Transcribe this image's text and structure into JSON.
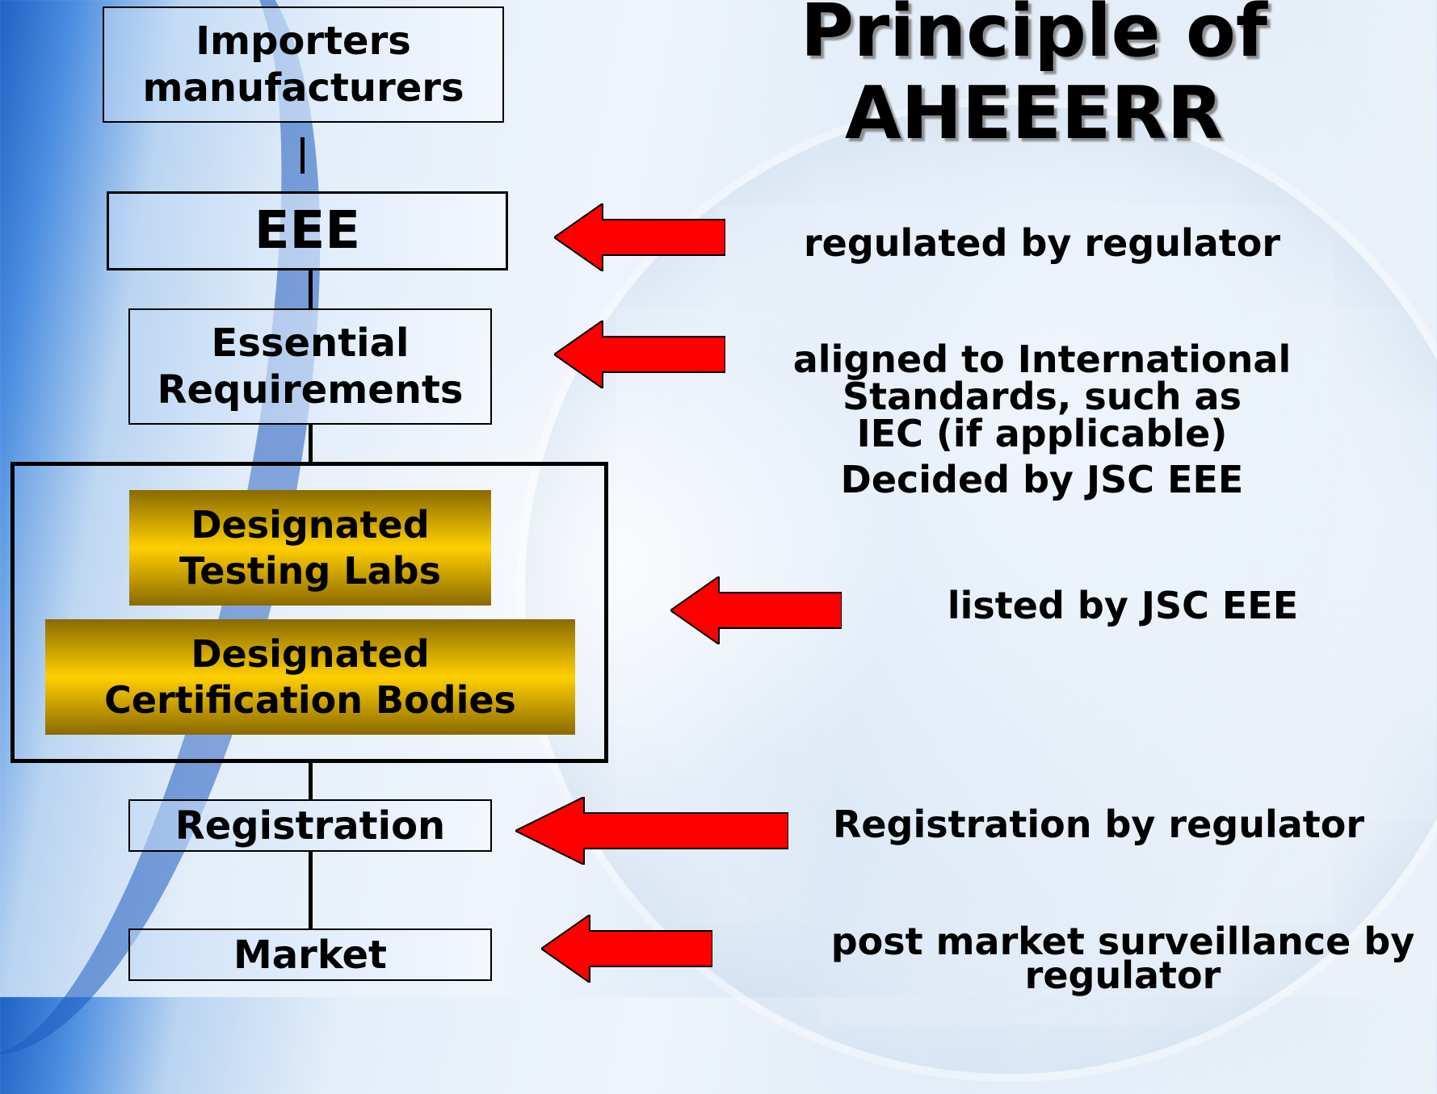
{
  "title": "Principle of\nAHEEERR",
  "flow": {
    "importers": "Importers\nmanufacturers",
    "eee": "EEE",
    "essential": "Essential\nRequirements",
    "testing_labs": "Designated\nTesting Labs",
    "cert_bodies": "Designated\nCertification Bodies",
    "registration": "Registration",
    "market": "Market"
  },
  "notes": {
    "regulated": "regulated by regulator",
    "aligned_line1": "aligned to International",
    "aligned_line2": "Standards, such as",
    "aligned_line3": "IEC (if applicable)",
    "decided": "Decided by JSC EEE",
    "listed": "listed by JSC EEE",
    "registration": "Registration by regulator",
    "post_market_line1": "post market surveillance by",
    "post_market_line2": "regulator"
  },
  "colors": {
    "arrow_fill": "#ff0000",
    "gold_mid": "#ffd000",
    "gold_edge": "#8a6a00"
  }
}
